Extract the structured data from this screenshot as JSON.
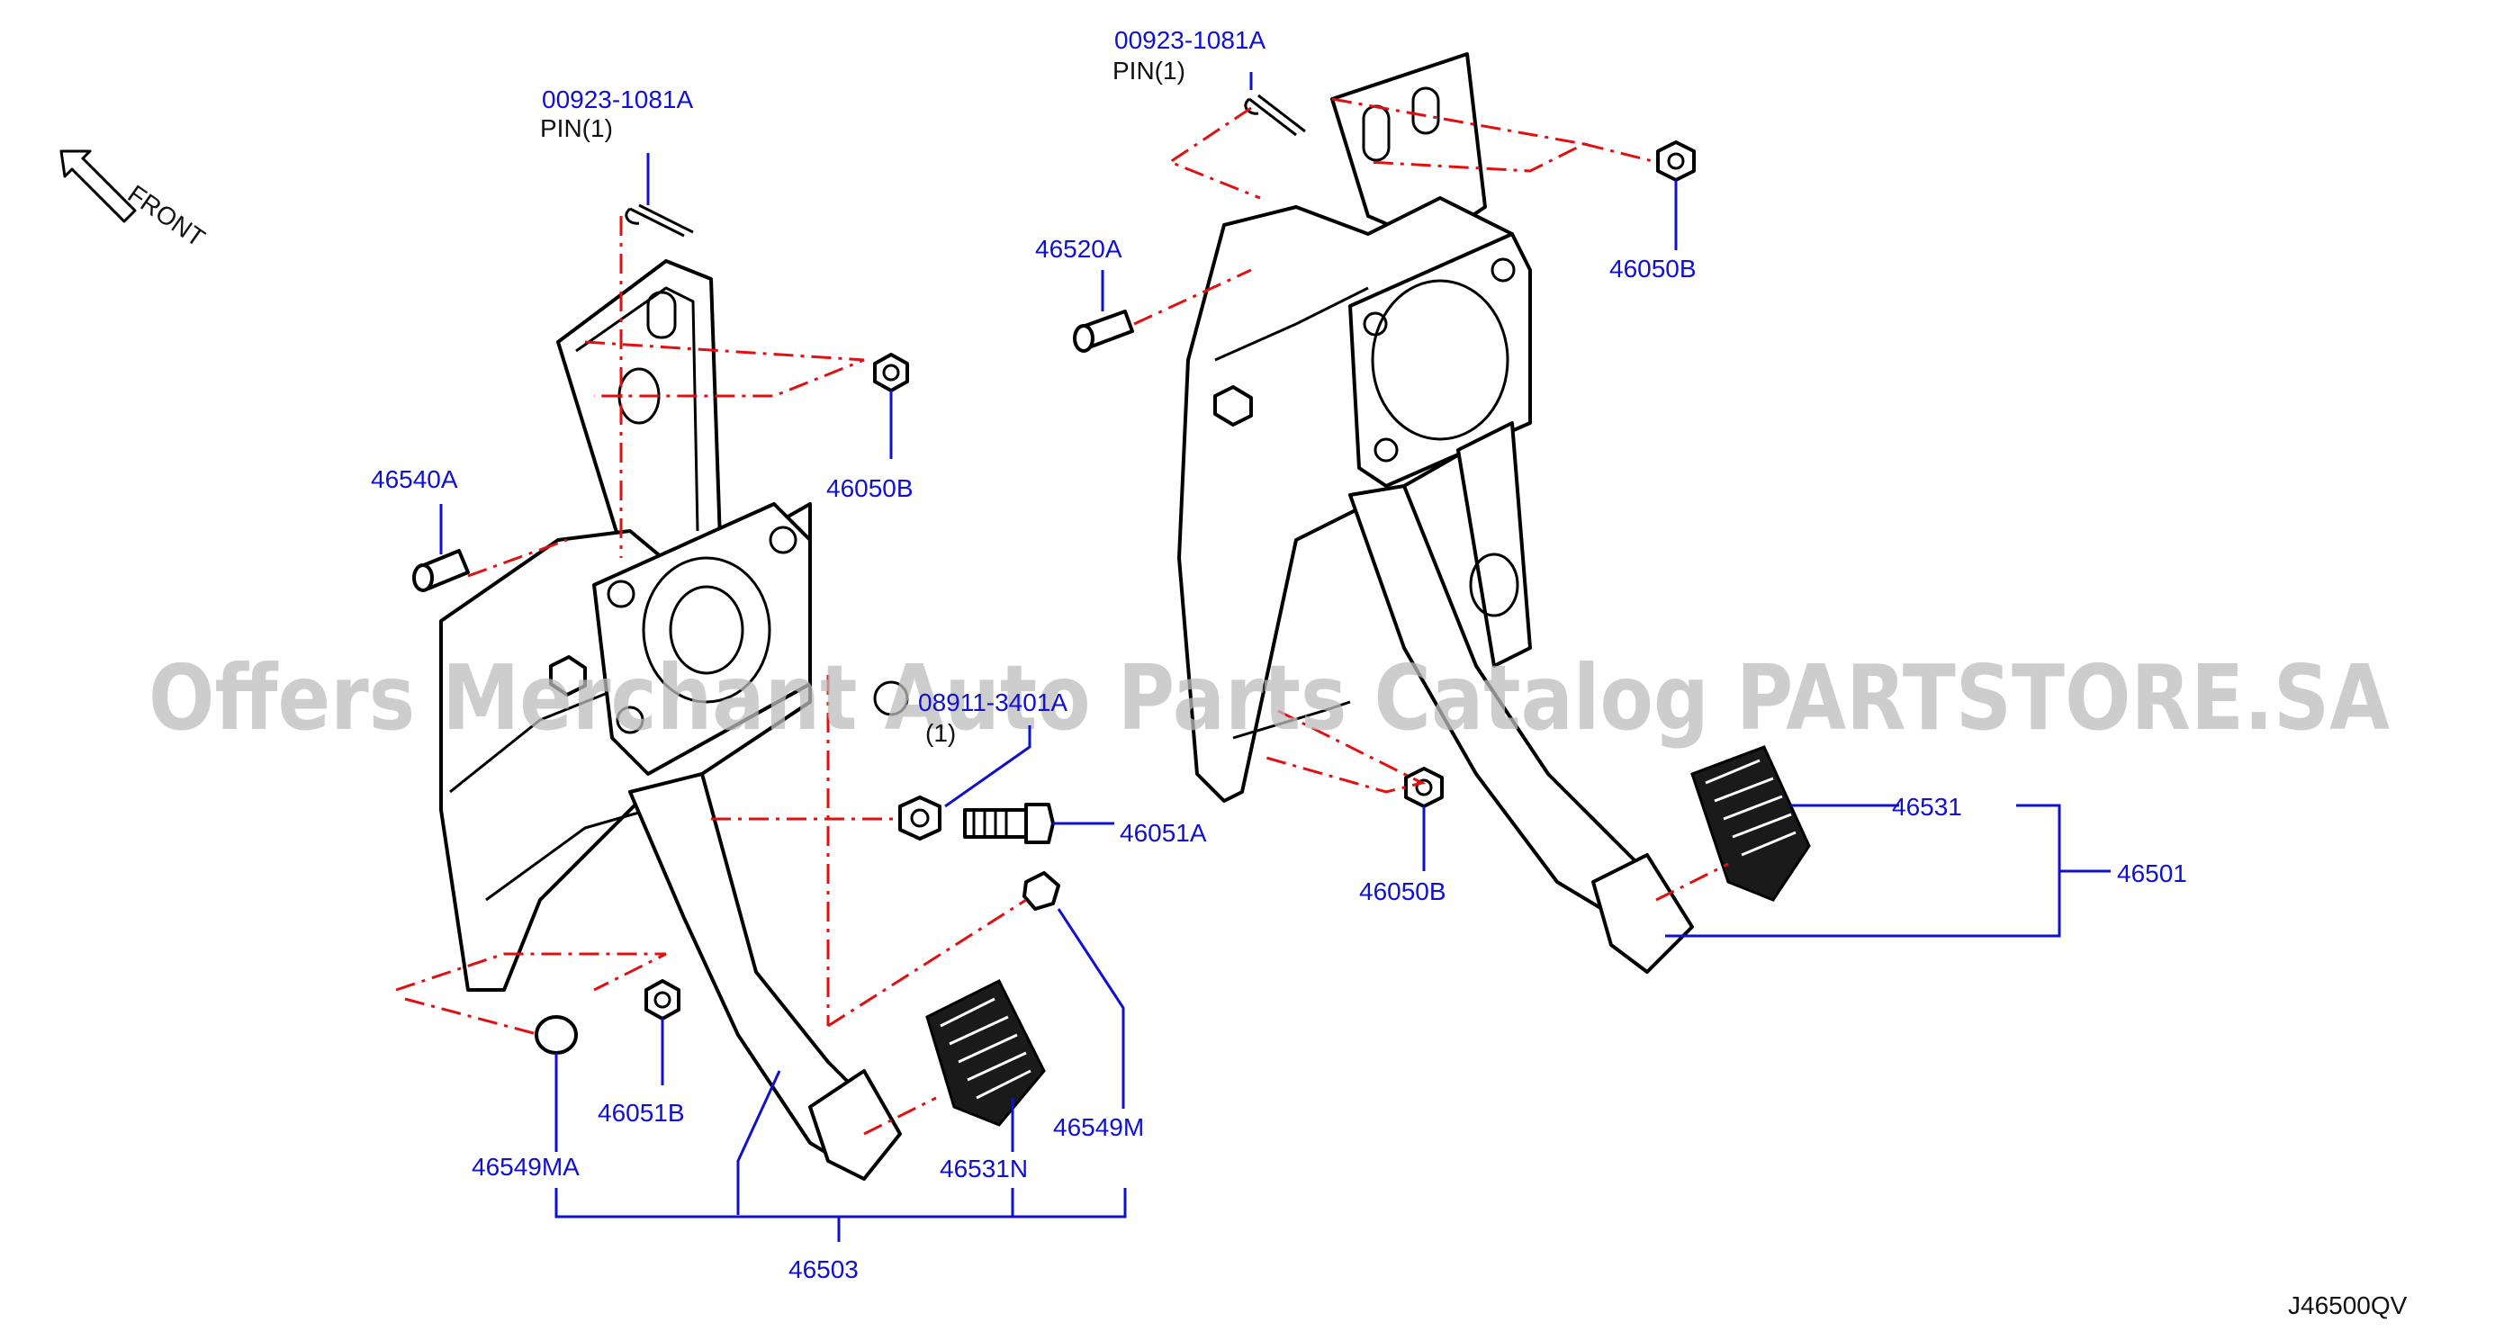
{
  "labels": {
    "pin_left_partno": "00923-1081A",
    "pin_left_name": "PIN(1)",
    "pin_right_partno": "00923-1081A",
    "pin_right_name": "PIN(1)",
    "front": "FRONT",
    "p46540A": "46540A",
    "p46050B_left": "46050B",
    "p46520A": "46520A",
    "p46050B_right_top": "46050B",
    "p46050B_right_bottom": "46050B",
    "p46051A": "46051A",
    "p46051B": "46051B",
    "p46549MA": "46549MA",
    "p46549M": "46549M",
    "p46531N": "46531N",
    "p46503": "46503",
    "p46531": "46531",
    "p46501": "46501",
    "bolt_partno": "08911-3401A",
    "bolt_qty": "(1)",
    "drawing_id": "J46500QV"
  },
  "watermark": "Offers Merchant Auto Parts Catalog PARTSTORE.SA",
  "colors": {
    "callout": "#1010d0",
    "centerline": "#e01010",
    "outline": "#000000",
    "watermark": "#bdbdbd"
  }
}
